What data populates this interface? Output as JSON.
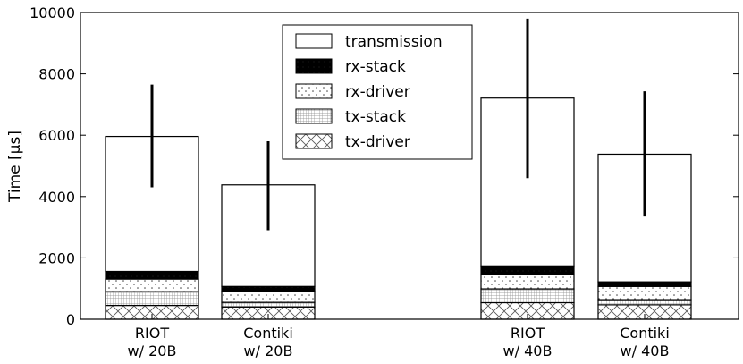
{
  "chart_data": {
    "type": "bar",
    "stacked": true,
    "title": "",
    "xlabel": "",
    "ylabel": "Time [μs]",
    "ylim": [
      0,
      10000
    ],
    "yticks": [
      0,
      2000,
      4000,
      6000,
      8000,
      10000
    ],
    "categories": [
      [
        "RIOT",
        "w/ 20B"
      ],
      [
        "Contiki",
        "w/ 20B"
      ],
      [
        "RIOT",
        "w/ 40B"
      ],
      [
        "Contiki",
        "w/ 40B"
      ]
    ],
    "series": [
      {
        "name": "tx-driver",
        "pattern": "crosshatch",
        "values": [
          450,
          400,
          540,
          470
        ]
      },
      {
        "name": "tx-stack",
        "pattern": "grid",
        "values": [
          450,
          150,
          450,
          170
        ]
      },
      {
        "name": "rx-driver",
        "pattern": "dots",
        "values": [
          410,
          370,
          460,
          430
        ]
      },
      {
        "name": "rx-stack",
        "pattern": "solid",
        "values": [
          250,
          150,
          290,
          150
        ]
      },
      {
        "name": "transmission",
        "pattern": "white",
        "values": [
          4400,
          3310,
          5470,
          4160
        ]
      }
    ],
    "totals": [
      5960,
      4380,
      7210,
      5380
    ],
    "error_bars": [
      {
        "low": 4300,
        "high": 7650
      },
      {
        "low": 2900,
        "high": 5800
      },
      {
        "low": 4600,
        "high": 9800
      },
      {
        "low": 3350,
        "high": 7430
      }
    ],
    "legend": {
      "placement": "top-center",
      "order": [
        "transmission",
        "rx-stack",
        "rx-driver",
        "tx-stack",
        "tx-driver"
      ]
    },
    "grid": false
  }
}
